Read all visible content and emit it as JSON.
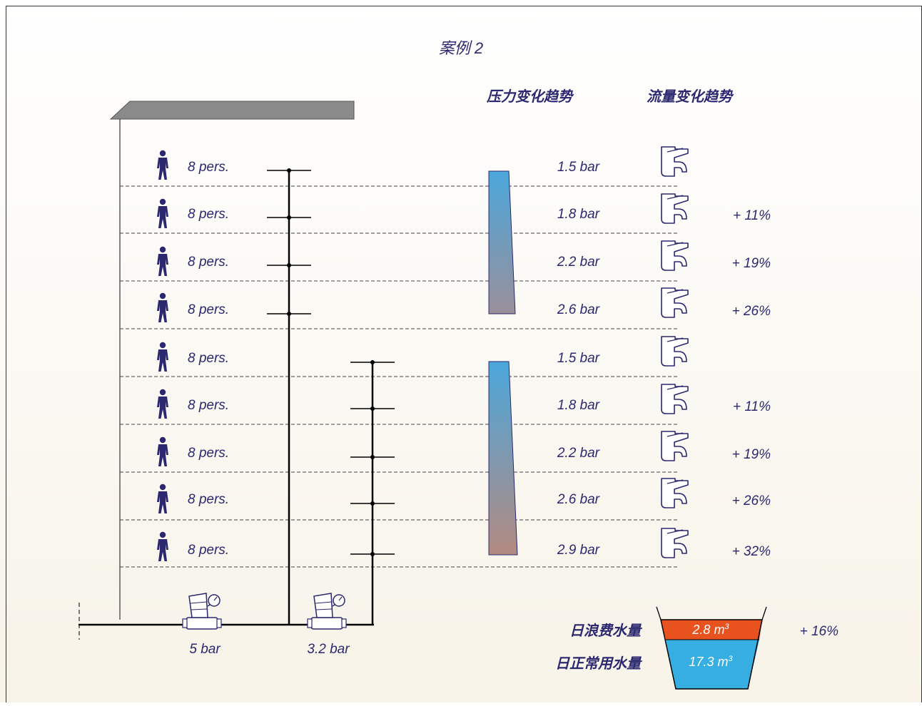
{
  "title": "案例 2",
  "headers": {
    "pressure": "压力变化趋势",
    "flow": "流量变化趋势"
  },
  "floors": [
    {
      "persons": "8 pers.",
      "pressure": "1.5 bar",
      "flow": ""
    },
    {
      "persons": "8 pers.",
      "pressure": "1.8 bar",
      "flow": "+ 11%"
    },
    {
      "persons": "8 pers.",
      "pressure": "2.2 bar",
      "flow": "+ 19%"
    },
    {
      "persons": "8 pers.",
      "pressure": "2.6 bar",
      "flow": "+ 26%"
    },
    {
      "persons": "8 pers.",
      "pressure": "1.5 bar",
      "flow": ""
    },
    {
      "persons": "8 pers.",
      "pressure": "1.8 bar",
      "flow": "+ 11%"
    },
    {
      "persons": "8 pers.",
      "pressure": "2.2 bar",
      "flow": "+ 19%"
    },
    {
      "persons": "8 pers.",
      "pressure": "2.6 bar",
      "flow": "+ 26%"
    },
    {
      "persons": "8 pers.",
      "pressure": "2.9 bar",
      "flow": "+ 32%"
    }
  ],
  "valves": [
    {
      "label": "5 bar"
    },
    {
      "label": "3.2 bar"
    }
  ],
  "summary": {
    "waste_label": "日浪费水量",
    "waste_value": "2.8 m",
    "normal_label": "日正常用水量",
    "normal_value": "17.3 m",
    "unit_exponent": "3",
    "waste_percent": "+ 16%"
  },
  "colors": {
    "text": "#2b2870",
    "roof": "#8a8a8a",
    "bar_top": "#4ba7dc",
    "bar_bottom_upper": "#9a8f9a",
    "bar_bottom_lower": "#b38a80",
    "waste": "#e8521f",
    "normal": "#37aee2",
    "background_bottom": "#f7f3e8"
  },
  "icons": [
    "person-icon",
    "faucet-icon",
    "pressure-reducing-valve-icon",
    "bucket-icon"
  ]
}
